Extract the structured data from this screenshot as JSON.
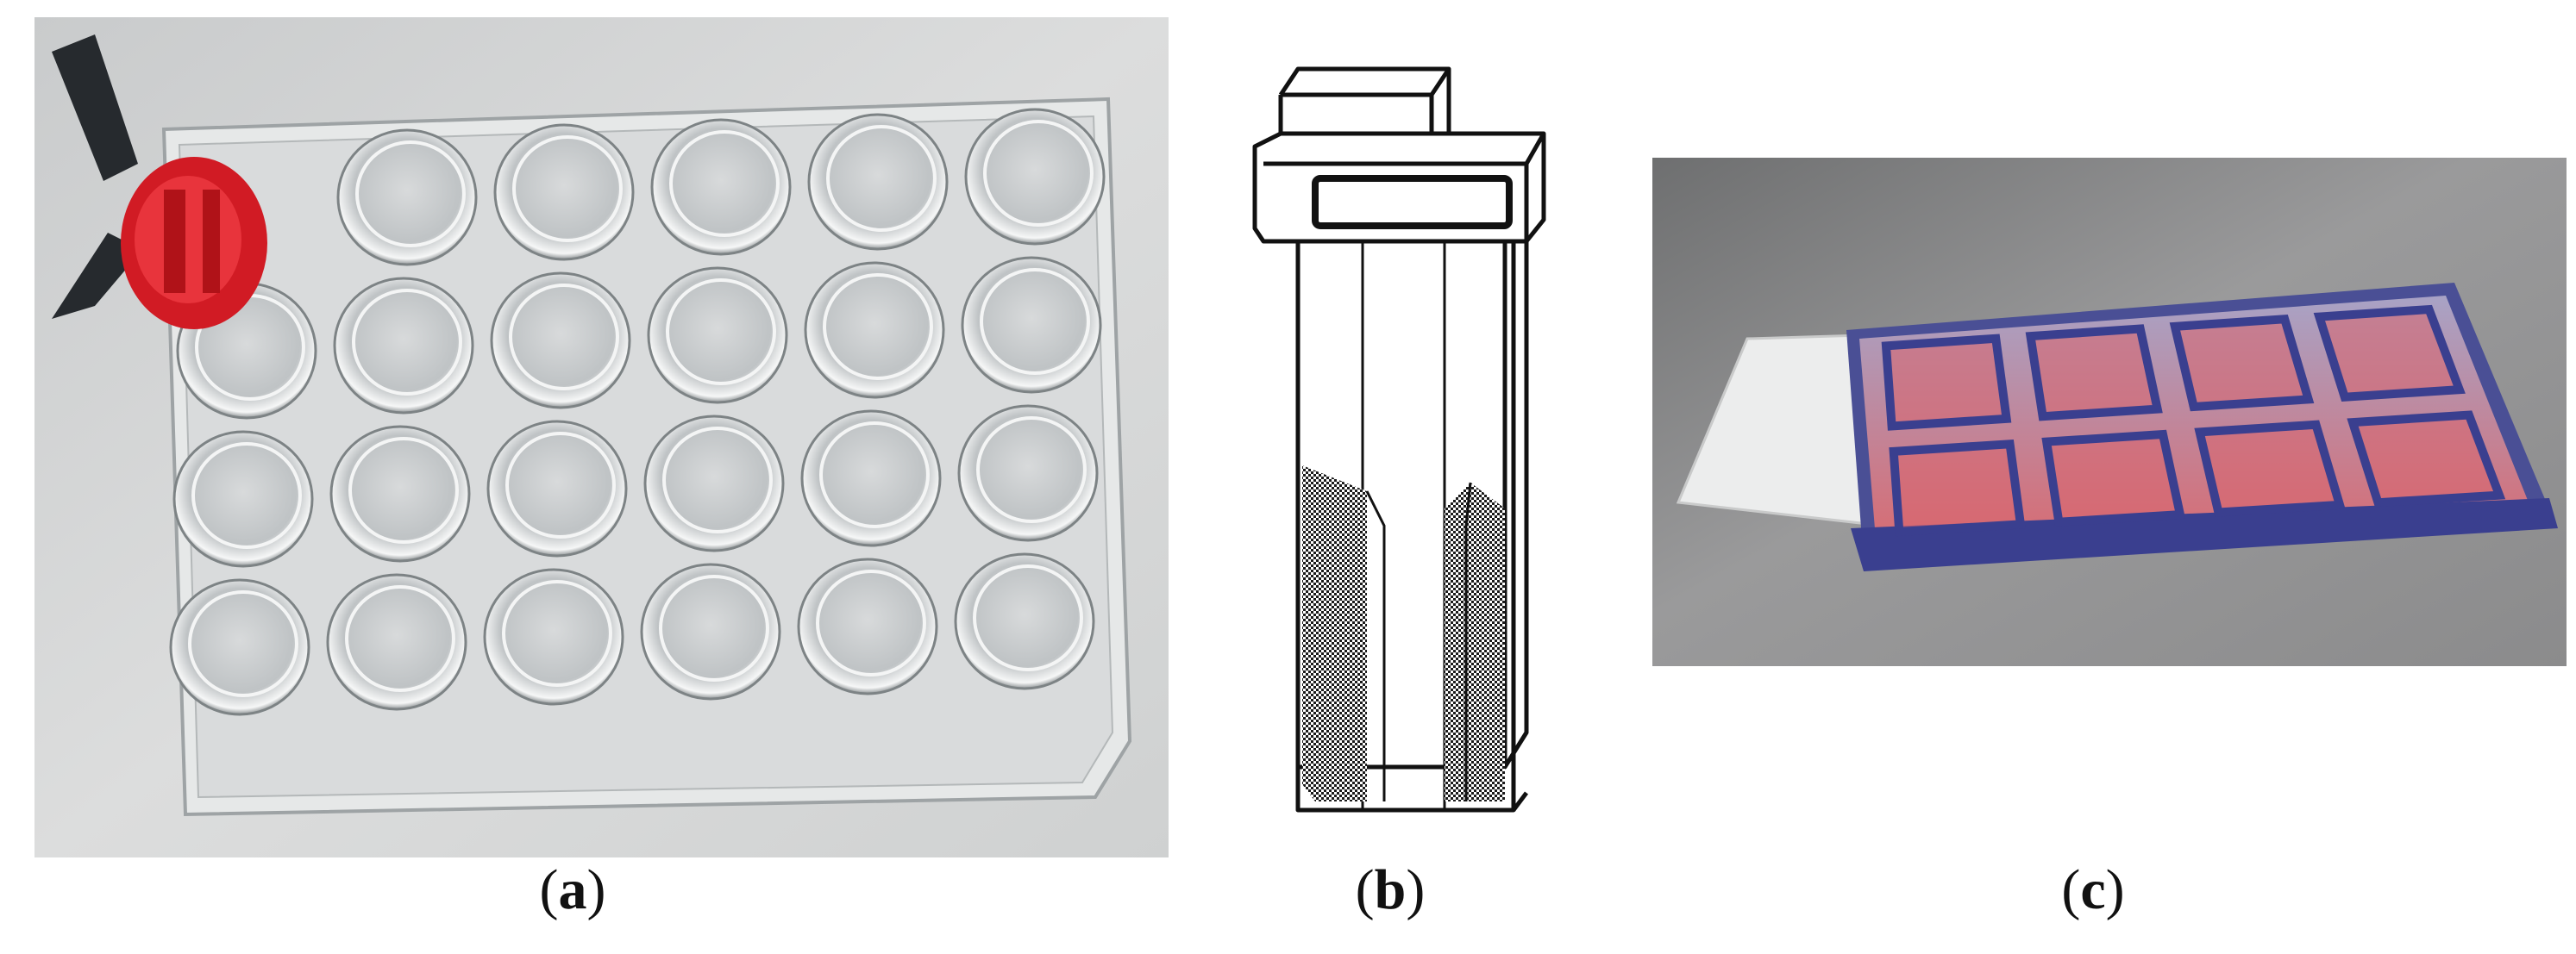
{
  "figure": {
    "panels": [
      {
        "id": "a",
        "caption_open": "(",
        "caption_letter": "a",
        "caption_close": ")"
      },
      {
        "id": "b",
        "caption_open": "(",
        "caption_letter": "b",
        "caption_close": ")"
      },
      {
        "id": "c",
        "caption_open": "(",
        "caption_letter": "c",
        "caption_close": ")"
      }
    ],
    "plate_a": {
      "rows": 4,
      "cols": 6,
      "insert_color": "#e0212b"
    },
    "chamber_c": {
      "rows": 2,
      "cols": 4,
      "frame_color": "#3a3f8f",
      "media_color": "#d9646e"
    }
  }
}
